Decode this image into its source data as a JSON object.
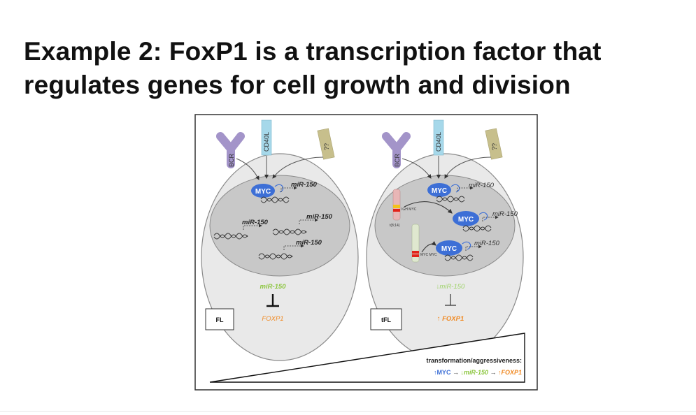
{
  "slide": {
    "title_line1": "Example 2: FoxP1 is a transcription factor that",
    "title_line2": "regulates genes for cell growth and division"
  },
  "figure": {
    "left_cell": {
      "receptors": [
        "BCR",
        "CD40L",
        "??"
      ],
      "myc_label": "MYC",
      "mirna_labels": [
        "miR-150",
        "miR-150",
        "miR-150",
        "miR-150"
      ],
      "output_mirna": "miR-150",
      "output_target": "FOXP1",
      "cell_type": "FL"
    },
    "right_cell": {
      "receptors": [
        "BCR",
        "CD40L",
        "??"
      ],
      "myc_label": "MYC",
      "myc_label_2": "MYC",
      "myc_label_3": "MYC",
      "mirna_labels": [
        "miR-150",
        "miR-150",
        "miR-150"
      ],
      "chromosome_label_1": "IGH\nMYC",
      "translocation_label": "t(8;14)",
      "chromosome_label_2": "MYC\nMYC",
      "output_mirna": "↓miR-150",
      "output_target": "↑ FOXP1",
      "cell_type": "tFL"
    },
    "gradient": {
      "caption": "transformation/aggressiveness:",
      "chain_myc": "↑MYC",
      "chain_arrow1": " → ",
      "chain_mir": "↓miR-150",
      "chain_arrow2": " → ",
      "chain_foxp1": "↑FOXP1"
    },
    "colors": {
      "myc": "#3d6fd6",
      "mirna_green": "#8cc63f",
      "foxp1_orange": "#f08a24",
      "bcr_purple": "#a394c9",
      "cd40l_blue": "#a6d8ea",
      "unknown_khaki": "#c7bf8c",
      "cell_fill": "#e9e9e9",
      "nucleus_fill": "#c8c8c8"
    }
  }
}
